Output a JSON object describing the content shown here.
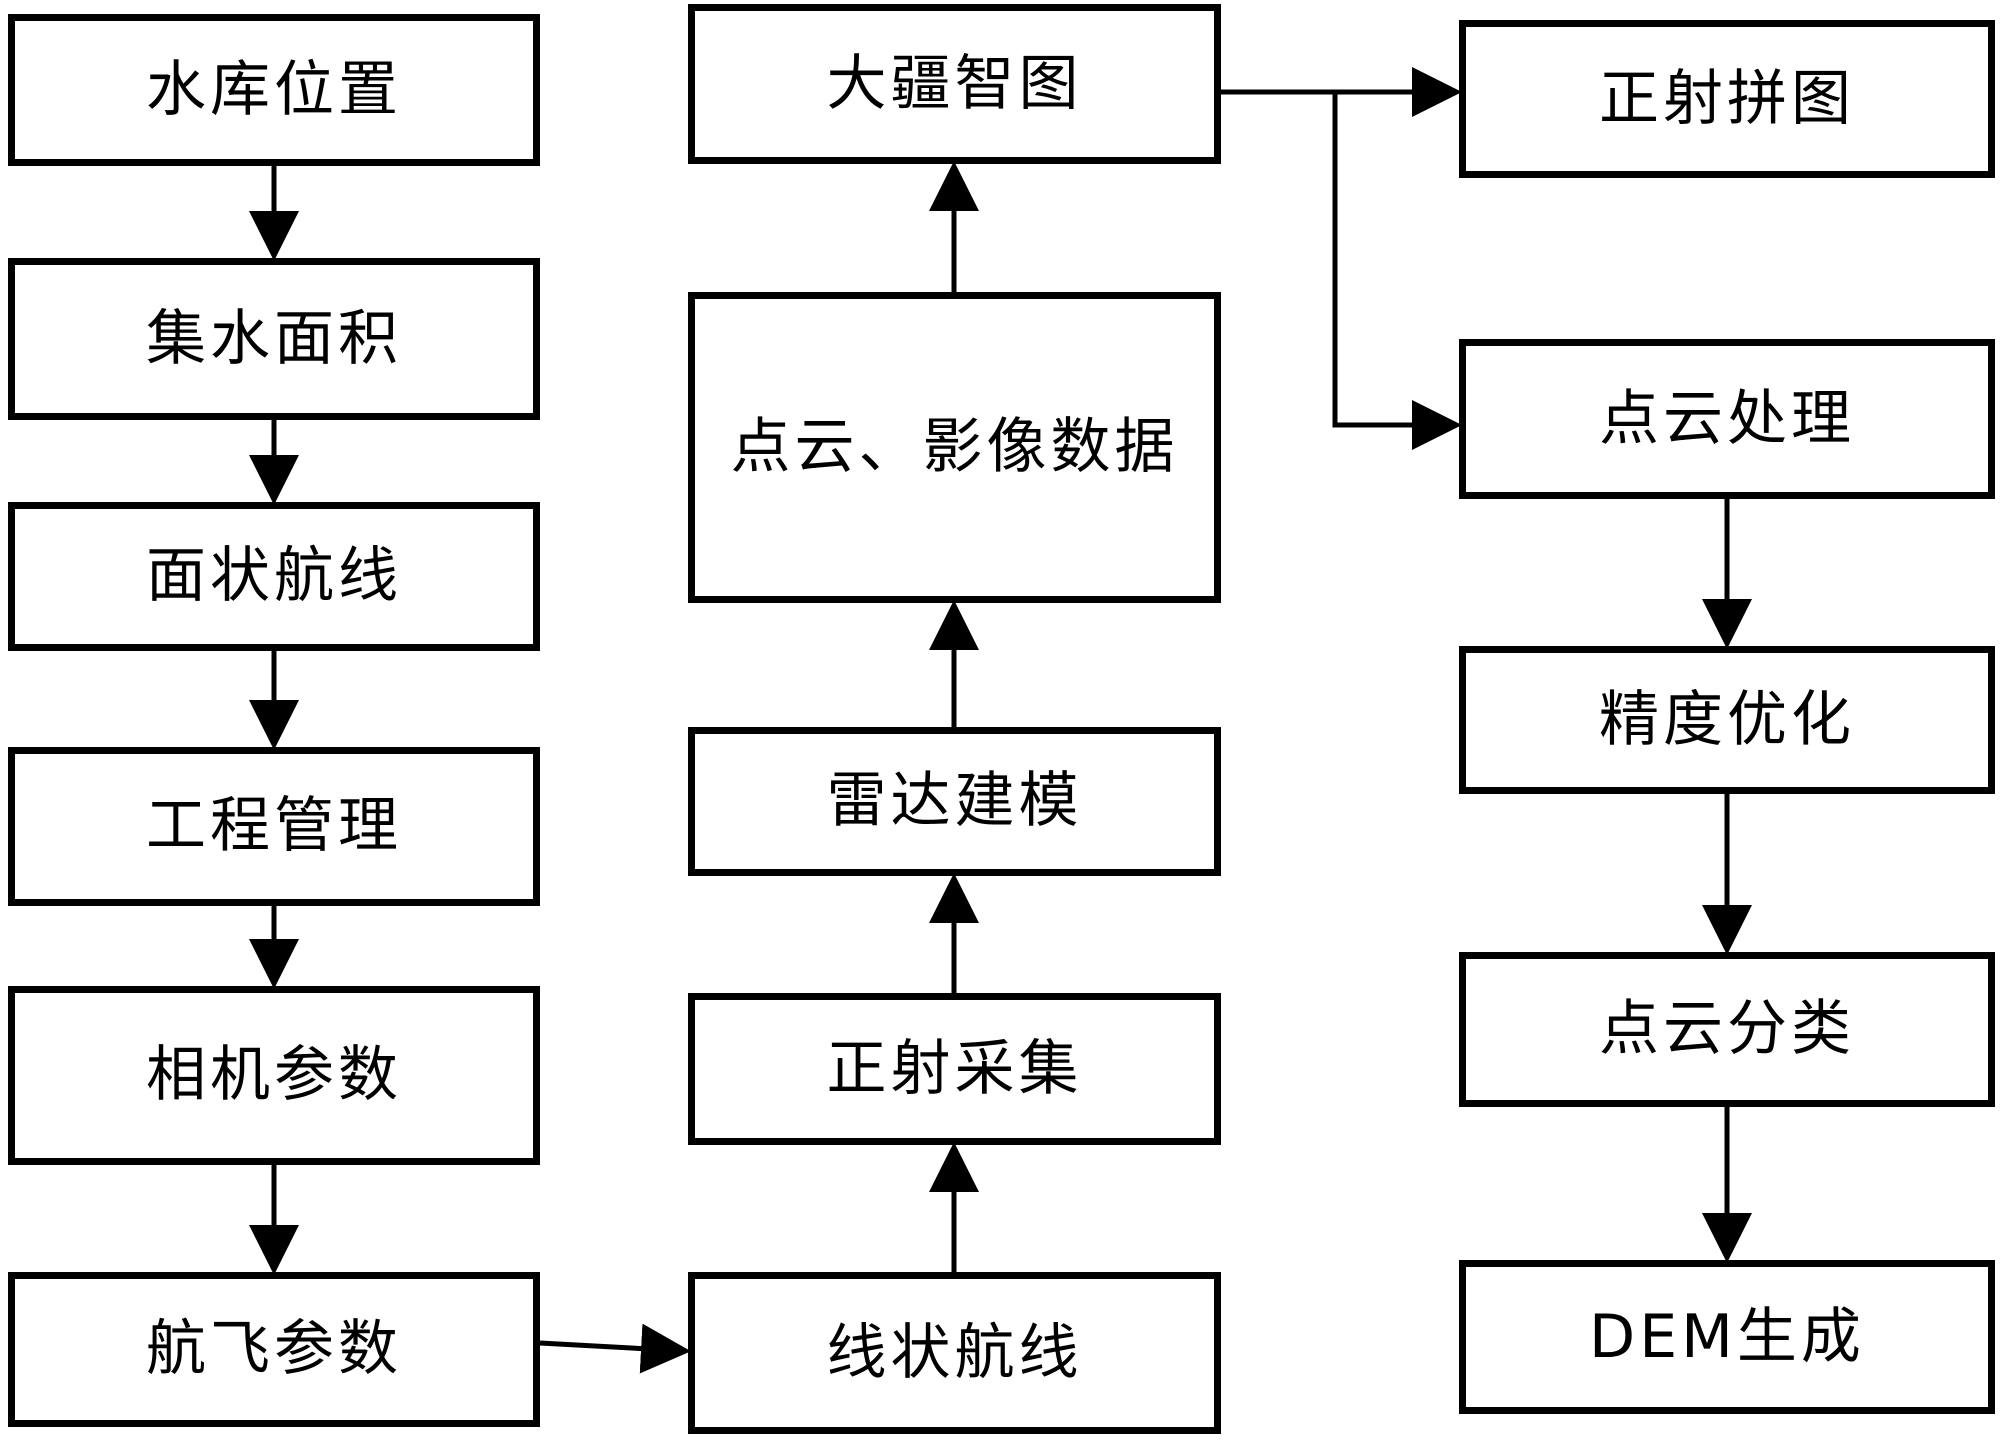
{
  "nodes": {
    "reservoir_location": "水库位置",
    "catchment_area": "集水面积",
    "area_route": "面状航线",
    "project_management": "工程管理",
    "camera_params": "相机参数",
    "flight_params": "航飞参数",
    "linear_route": "线状航线",
    "ortho_capture": "正射采集",
    "lidar_modeling": "雷达建模",
    "pointcloud_image_data": "点云、影像数据",
    "dji_terra": "大疆智图",
    "ortho_mosaic": "正射拼图",
    "pointcloud_processing": "点云处理",
    "accuracy_optimization": "精度优化",
    "pointcloud_classification": "点云分类",
    "dem_generation": "DEM生成"
  },
  "edges": [
    [
      "reservoir_location",
      "catchment_area"
    ],
    [
      "catchment_area",
      "area_route"
    ],
    [
      "area_route",
      "project_management"
    ],
    [
      "project_management",
      "camera_params"
    ],
    [
      "camera_params",
      "flight_params"
    ],
    [
      "flight_params",
      "linear_route"
    ],
    [
      "linear_route",
      "ortho_capture"
    ],
    [
      "ortho_capture",
      "lidar_modeling"
    ],
    [
      "lidar_modeling",
      "pointcloud_image_data"
    ],
    [
      "pointcloud_image_data",
      "dji_terra"
    ],
    [
      "dji_terra",
      "ortho_mosaic"
    ],
    [
      "dji_terra",
      "pointcloud_processing"
    ],
    [
      "pointcloud_processing",
      "accuracy_optimization"
    ],
    [
      "accuracy_optimization",
      "pointcloud_classification"
    ],
    [
      "pointcloud_classification",
      "dem_generation"
    ]
  ],
  "colors": {
    "line": "#000000",
    "background": "#ffffff"
  }
}
